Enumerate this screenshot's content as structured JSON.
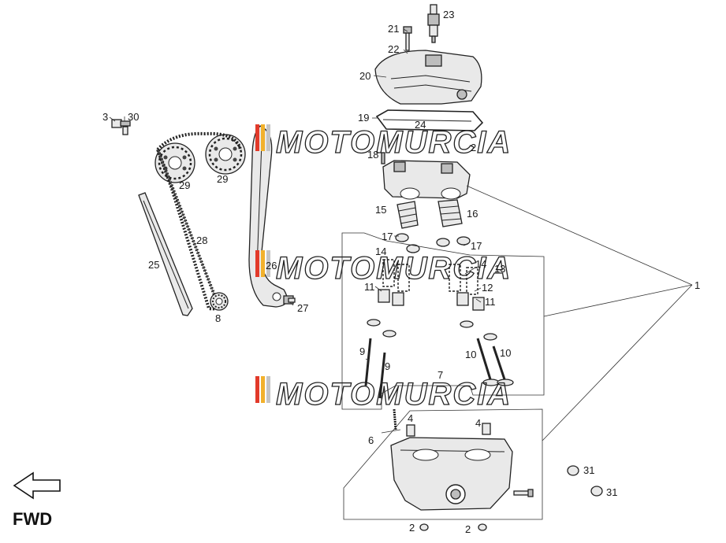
{
  "direction_label": "FWD",
  "watermark": "MOTOMURCIA",
  "callouts": [
    {
      "id": "c1",
      "text": "1"
    },
    {
      "id": "c2a",
      "text": "2"
    },
    {
      "id": "c2b",
      "text": "2"
    },
    {
      "id": "c2c",
      "text": "2"
    },
    {
      "id": "c3",
      "text": "3"
    },
    {
      "id": "c30",
      "text": "30"
    },
    {
      "id": "c4a",
      "text": "4"
    },
    {
      "id": "c4b",
      "text": "4"
    },
    {
      "id": "c6",
      "text": "6"
    },
    {
      "id": "c7",
      "text": "7"
    },
    {
      "id": "c8",
      "text": "8"
    },
    {
      "id": "c9a",
      "text": "9"
    },
    {
      "id": "c9b",
      "text": "9"
    },
    {
      "id": "c10a",
      "text": "10"
    },
    {
      "id": "c10b",
      "text": "10"
    },
    {
      "id": "c11a",
      "text": "11"
    },
    {
      "id": "c11b",
      "text": "11"
    },
    {
      "id": "c12",
      "text": "12"
    },
    {
      "id": "c13",
      "text": "13"
    },
    {
      "id": "c14a",
      "text": "14"
    },
    {
      "id": "c14b",
      "text": "14"
    },
    {
      "id": "c15",
      "text": "15"
    },
    {
      "id": "c16",
      "text": "16"
    },
    {
      "id": "c17a",
      "text": "17"
    },
    {
      "id": "c17b",
      "text": "17"
    },
    {
      "id": "c18",
      "text": "18"
    },
    {
      "id": "c19",
      "text": "19"
    },
    {
      "id": "c20",
      "text": "20"
    },
    {
      "id": "c21",
      "text": "21"
    },
    {
      "id": "c22",
      "text": "22"
    },
    {
      "id": "c23",
      "text": "23"
    },
    {
      "id": "c24",
      "text": "24"
    },
    {
      "id": "c25",
      "text": "25"
    },
    {
      "id": "c26",
      "text": "26"
    },
    {
      "id": "c27",
      "text": "27"
    },
    {
      "id": "c28",
      "text": "28"
    },
    {
      "id": "c29a",
      "text": "29"
    },
    {
      "id": "c29b",
      "text": "29"
    },
    {
      "id": "c31a",
      "text": "31"
    },
    {
      "id": "c31b",
      "text": "31"
    }
  ]
}
